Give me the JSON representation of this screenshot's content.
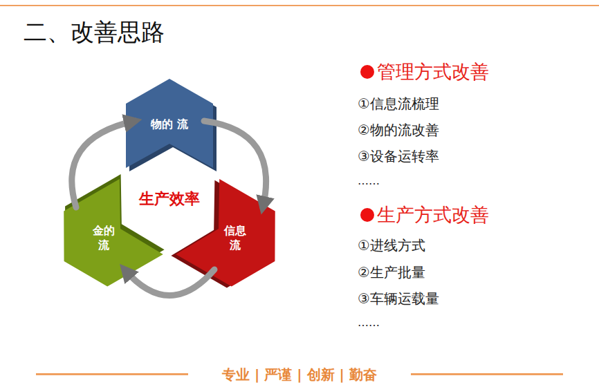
{
  "diagram": {
    "title": "二、改善思路",
    "nodes": [
      {
        "text": [
          "物的 流"
        ]
      },
      {
        "text": [
          "信息 流"
        ]
      },
      {
        "text": [
          "金的 流"
        ]
      }
    ],
    "edges": [
      {
        "from": 2,
        "to": 0,
        "arrow": "to"
      },
      {
        "from": 0,
        "to": 1,
        "arrow": "to"
      },
      {
        "from": 1,
        "to": 2,
        "arrow": "to"
      }
    ],
    "labels": [
      "生产效率",
      "管理方式改善",
      "①信息流梳理",
      "②物的流改善",
      "③设备运转率",
      "……",
      "生产方式改善",
      "①进线方式",
      "②生产批量",
      "③车辆运载量",
      "……",
      "专业 | 严谨 | 创新 | 勤奋"
    ]
  }
}
